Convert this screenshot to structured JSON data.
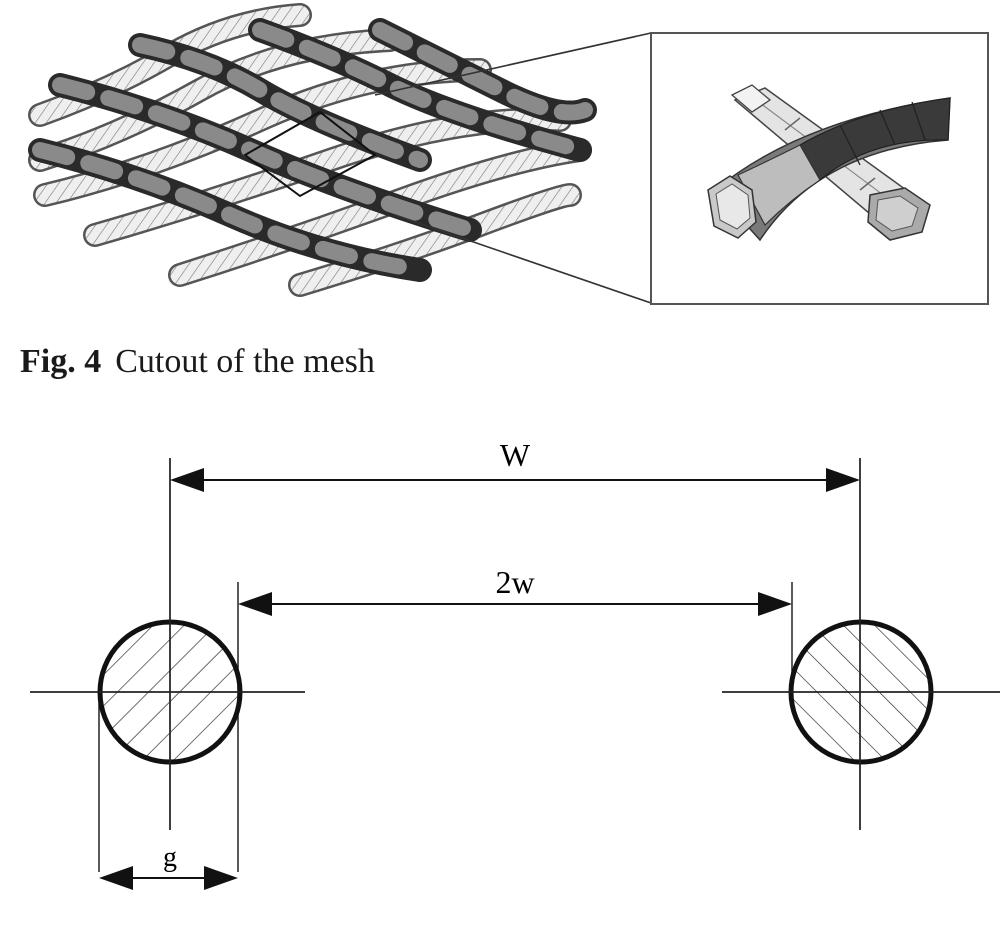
{
  "figure4": {
    "label": "Fig. 4",
    "caption": "Cutout of the mesh"
  },
  "dimension_figure": {
    "pitch_label": "W",
    "opening_label": "2w",
    "diameter_label": "g"
  }
}
